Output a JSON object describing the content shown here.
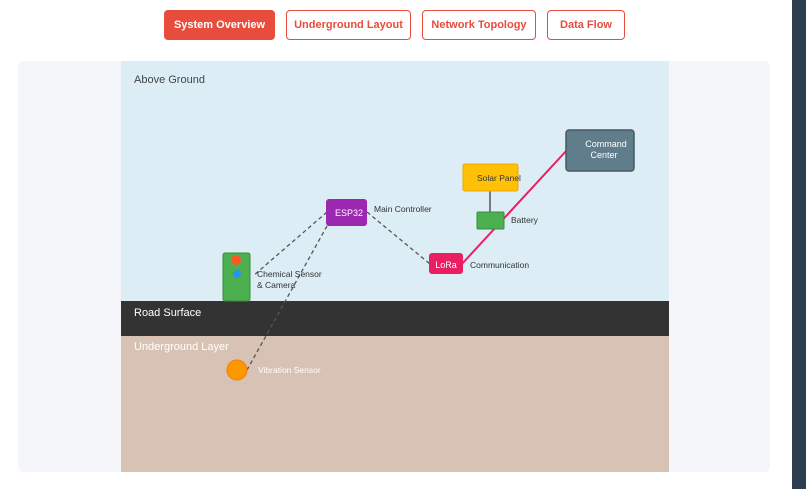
{
  "tabs": [
    {
      "label": "System Overview",
      "active": true
    },
    {
      "label": "Underground Layout",
      "active": false
    },
    {
      "label": "Network Topology",
      "active": false
    },
    {
      "label": "Data Flow",
      "active": false
    }
  ],
  "layers": {
    "above": "Above Ground",
    "road": "Road Surface",
    "under": "Underground Layer"
  },
  "nodes": {
    "esp32": {
      "label": "ESP32",
      "caption": "Main Controller"
    },
    "lora": {
      "label": "LoRa",
      "caption": "Communication"
    },
    "command": {
      "line1": "Command",
      "line2": "Center"
    },
    "solar": {
      "label": "Solar Panel"
    },
    "battery": {
      "caption": "Battery"
    },
    "chem": {
      "line1": "Chemical Sensor",
      "line2": "& Camera"
    },
    "vibration": {
      "caption": "Vibration Sensor"
    }
  },
  "colors": {
    "accent": "#e74c3c",
    "above_ground": "#ddedf5",
    "road": "#333333",
    "underground": "#d7c2b4",
    "esp32": "#9c27b0",
    "lora": "#e91e63",
    "command": "#607d8b",
    "solar": "#ffc107",
    "battery": "#4caf50",
    "chem_body": "#4caf50",
    "chem_top": "#ff5722",
    "chem_lens": "#2196f3",
    "vibration": "#ff9800"
  }
}
